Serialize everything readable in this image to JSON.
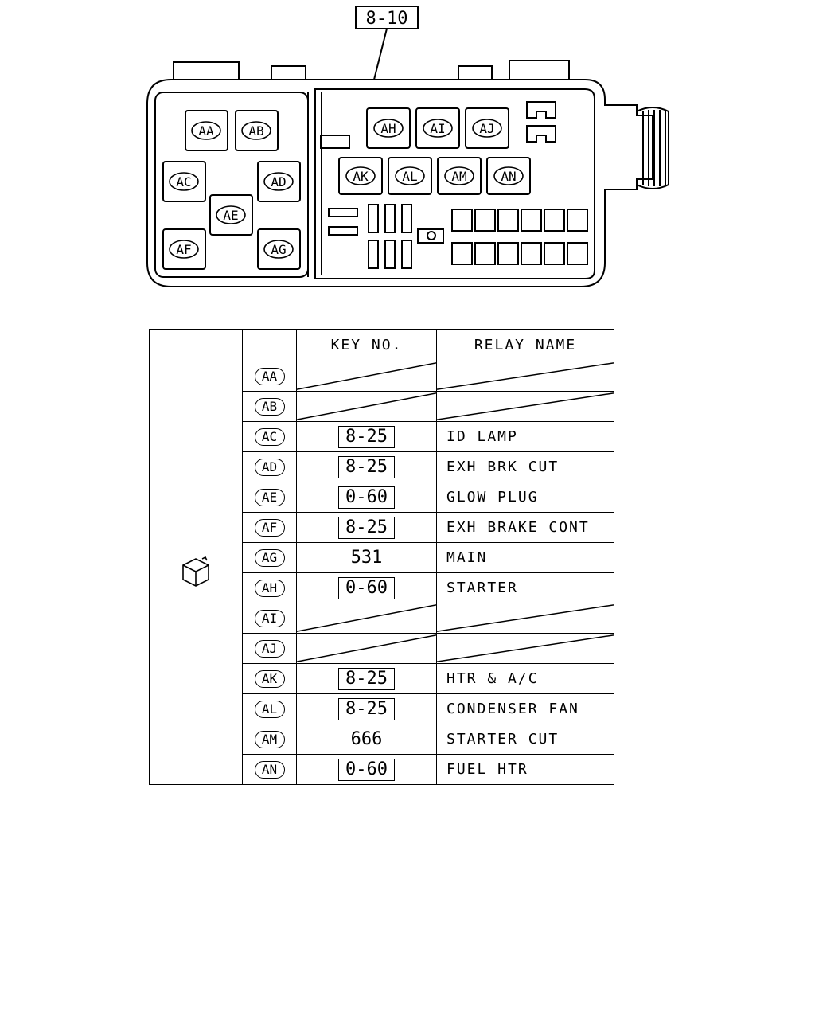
{
  "callout": "8-10",
  "box_labels": [
    "AA",
    "AB",
    "AC",
    "AD",
    "AE",
    "AF",
    "AG",
    "AH",
    "AI",
    "AJ",
    "AK",
    "AL",
    "AM",
    "AN"
  ],
  "table": {
    "headers": {
      "key_no": "KEY NO.",
      "relay_name": "RELAY NAME"
    },
    "group_icon": "relay-cube-icon",
    "rows": [
      {
        "code": "AA",
        "key": "",
        "key_boxed": false,
        "name": "",
        "blank": true
      },
      {
        "code": "AB",
        "key": "",
        "key_boxed": false,
        "name": "",
        "blank": true
      },
      {
        "code": "AC",
        "key": "8-25",
        "key_boxed": true,
        "name": "ID LAMP",
        "blank": false
      },
      {
        "code": "AD",
        "key": "8-25",
        "key_boxed": true,
        "name": "EXH BRK CUT",
        "blank": false
      },
      {
        "code": "AE",
        "key": "0-60",
        "key_boxed": true,
        "name": "GLOW PLUG",
        "blank": false
      },
      {
        "code": "AF",
        "key": "8-25",
        "key_boxed": true,
        "name": "EXH BRAKE CONT",
        "blank": false
      },
      {
        "code": "AG",
        "key": "531",
        "key_boxed": false,
        "name": "MAIN",
        "blank": false
      },
      {
        "code": "AH",
        "key": "0-60",
        "key_boxed": true,
        "name": "STARTER",
        "blank": false
      },
      {
        "code": "AI",
        "key": "",
        "key_boxed": false,
        "name": "",
        "blank": true
      },
      {
        "code": "AJ",
        "key": "",
        "key_boxed": false,
        "name": "",
        "blank": true
      },
      {
        "code": "AK",
        "key": "8-25",
        "key_boxed": true,
        "name": "HTR & A/C",
        "blank": false
      },
      {
        "code": "AL",
        "key": "8-25",
        "key_boxed": true,
        "name": "CONDENSER FAN",
        "blank": false
      },
      {
        "code": "AM",
        "key": "666",
        "key_boxed": false,
        "name": "STARTER CUT",
        "blank": false
      },
      {
        "code": "AN",
        "key": "0-60",
        "key_boxed": true,
        "name": "FUEL HTR",
        "blank": false
      }
    ]
  }
}
